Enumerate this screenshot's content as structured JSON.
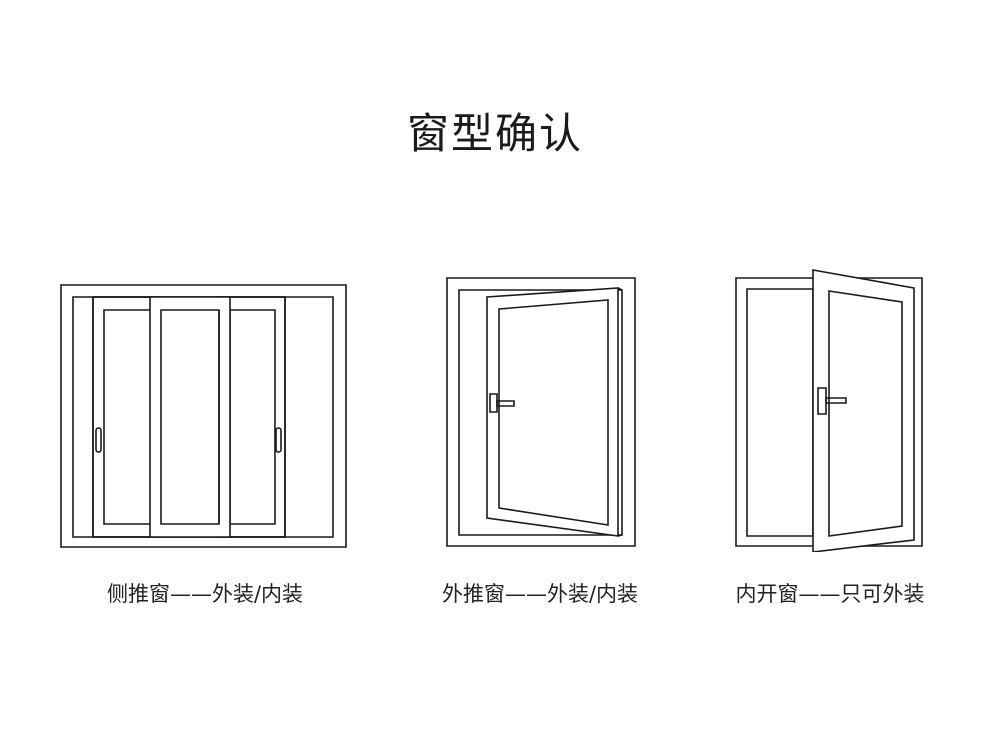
{
  "page": {
    "title": "窗型确认"
  },
  "windows": [
    {
      "id": "sliding",
      "caption": "侧推窗——外装/内装"
    },
    {
      "id": "outward",
      "caption": "外推窗——外装/内装"
    },
    {
      "id": "inward",
      "caption": "内开窗——只可外装"
    }
  ],
  "colors": {
    "stroke": "#1a1a1a",
    "background": "#ffffff"
  }
}
